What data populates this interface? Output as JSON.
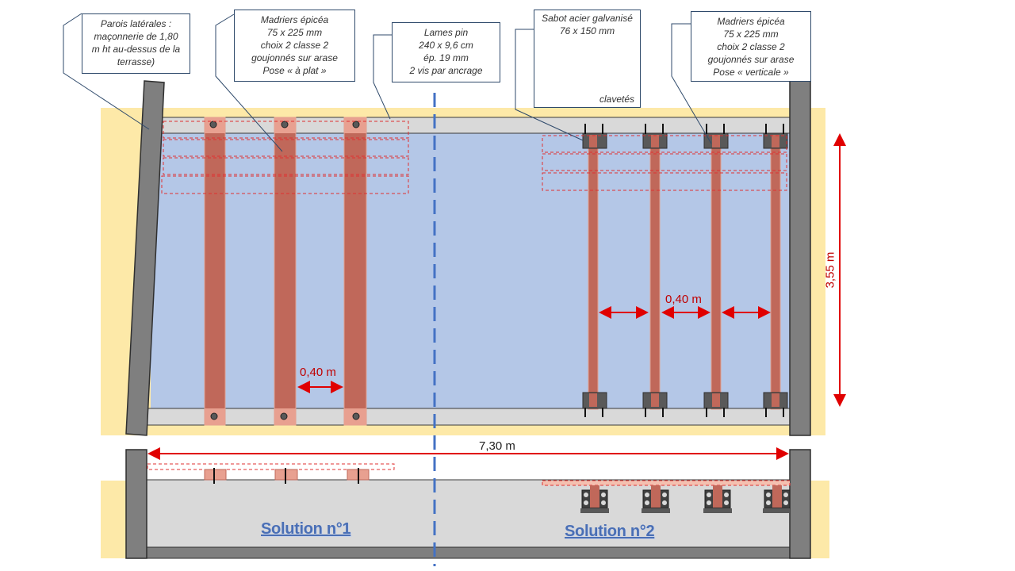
{
  "callouts": {
    "parois": {
      "lines": [
        "Parois latérales :",
        "maçonnerie de 1,80",
        "m ht au-dessus de la",
        "terrasse)"
      ]
    },
    "madriers_plat": {
      "lines": [
        "Madriers épicéa",
        "75 x 225 mm",
        "choix 2 classe 2",
        "goujonnés sur arase",
        "Pose « à plat »"
      ]
    },
    "lames": {
      "lines": [
        "Lames pin",
        "240 x 9,6 cm",
        "ép. 19 mm",
        "2 vis par ancrage"
      ]
    },
    "sabot": {
      "title": "Sabot acier galvanisé",
      "size": "76 x 150 mm",
      "note": "clavetés"
    },
    "madriers_verticale": {
      "lines": [
        "Madriers épicéa",
        "75 x 225 mm",
        "choix 2 classe 2",
        "goujonnés sur arase",
        "Pose « verticale »"
      ]
    }
  },
  "dimensions": {
    "spacing_left": "0,40 m",
    "spacing_right": "0,40 m",
    "height": "3,55 m",
    "width": "7,30 m"
  },
  "solutions": {
    "solution1": "Solution n°1",
    "solution2": "Solution n°2"
  },
  "colors": {
    "sand": "#fde9a8",
    "deck": "#b4c7e7",
    "wall": "#7f7f7f",
    "joist": "#c0685a",
    "dimension": "#c00000",
    "axis": "#4472c4",
    "hanger": "#404040"
  }
}
